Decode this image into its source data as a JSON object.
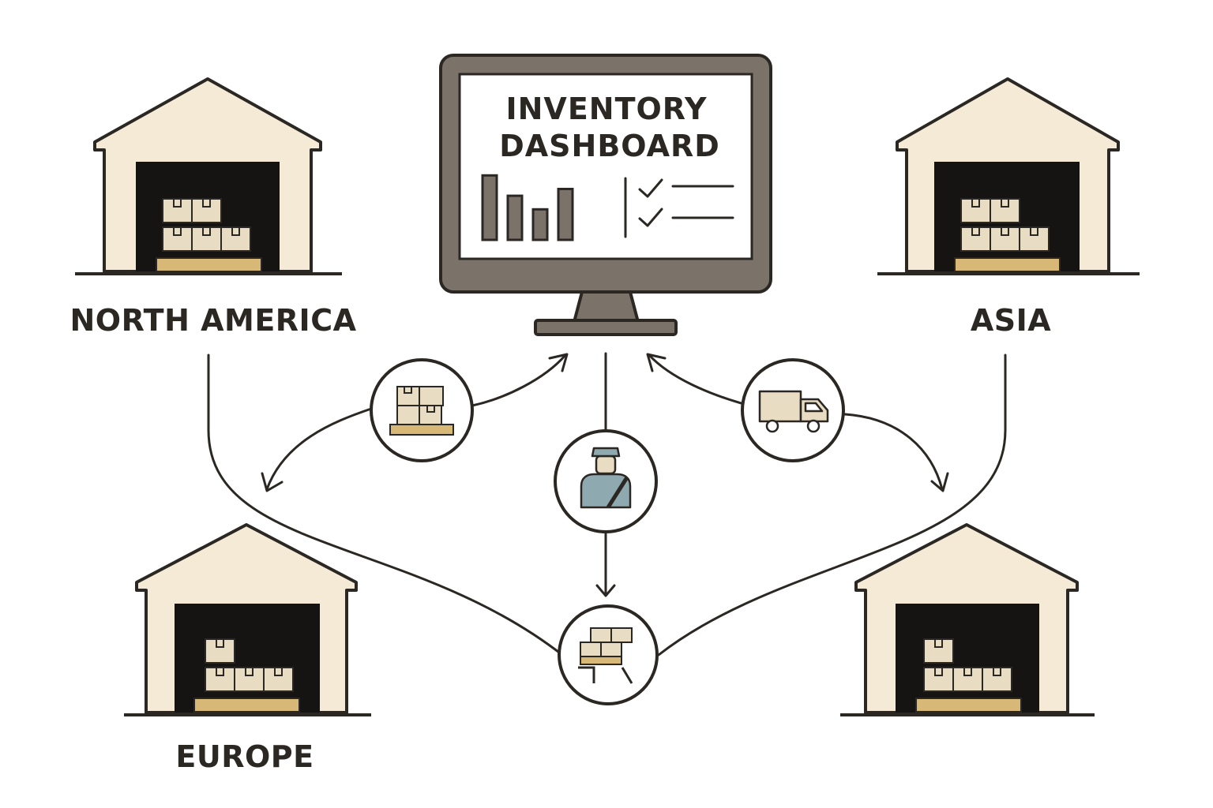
{
  "dashboard": {
    "title_line1": "INVENTORY",
    "title_line2": "DASHBOARD",
    "bar_levels": [
      0.95,
      0.65,
      0.45,
      0.75
    ],
    "checklist_items": 2
  },
  "warehouses": {
    "north_america": {
      "label": "NORTH AMERICA"
    },
    "asia": {
      "label": "ASIA"
    },
    "europe": {
      "label": "EUROPE"
    },
    "unlabeled": {
      "label": ""
    }
  },
  "nodes": {
    "inventory": "boxes-icon",
    "shipping": "truck-icon",
    "operator": "worker-icon",
    "hub": "pallet-cart-icon"
  },
  "colors": {
    "outline": "#2b2723",
    "warehouse_fill": "#f4ead6",
    "box_fill": "#e8dcc2",
    "pallet_fill": "#d8b877",
    "monitor_frame": "#7b726a",
    "bar_fill": "#7b726a",
    "worker_shirt": "#8fa9b0"
  }
}
